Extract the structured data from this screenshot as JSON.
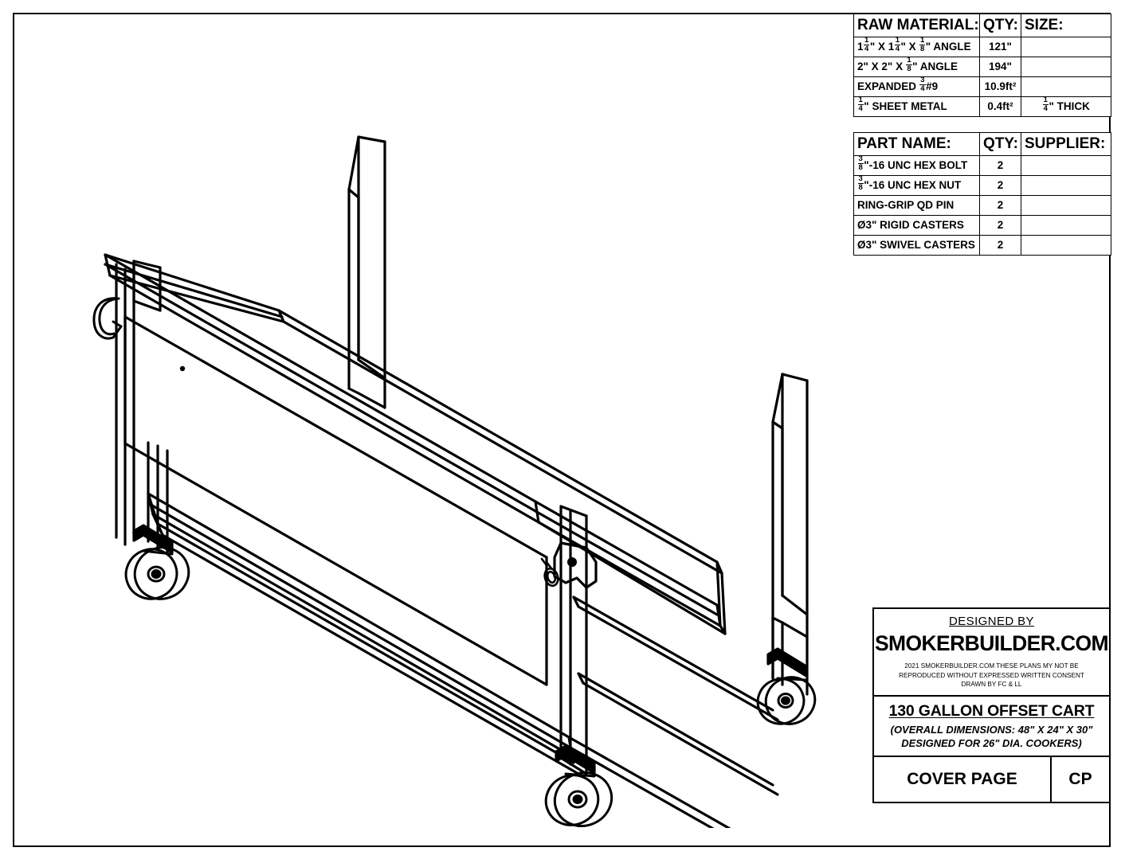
{
  "sheet": {
    "border_color": "#000000",
    "background": "#ffffff"
  },
  "raw_material_table": {
    "headers": [
      "RAW MATERIAL:",
      "QTY:",
      "SIZE:"
    ],
    "rows": [
      {
        "name": "1¼\" X 1¼\" X ⅛\" ANGLE",
        "qty": "121\"",
        "size": ""
      },
      {
        "name": "2\" X 2\" X ⅛\" ANGLE",
        "qty": "194\"",
        "size": ""
      },
      {
        "name": "EXPANDED ¾ #9",
        "qty": "10.9ft²",
        "size": ""
      },
      {
        "name": "¼\" SHEET METAL",
        "qty": "0.4ft²",
        "size": "¼\" THICK"
      }
    ]
  },
  "parts_table": {
    "headers": [
      "PART NAME:",
      "QTY:",
      "SUPPLIER:"
    ],
    "rows": [
      {
        "name": "⅜\"-16 UNC HEX BOLT",
        "qty": "2",
        "supplier": ""
      },
      {
        "name": "⅜\"-16 UNC HEX NUT",
        "qty": "2",
        "supplier": ""
      },
      {
        "name": "RING-GRIP QD PIN",
        "qty": "2",
        "supplier": ""
      },
      {
        "name": "Ø3\" RIGID CASTERS",
        "qty": "2",
        "supplier": ""
      },
      {
        "name": "Ø3\" SWIVEL CASTERS",
        "qty": "2",
        "supplier": ""
      }
    ]
  },
  "title_block": {
    "designed_by_label": "DESIGNED BY",
    "brand": "SMOKERBUILDER.COM",
    "legal_line_1": "2021 SMOKERBUILDER.COM THESE PLANS MY NOT BE",
    "legal_line_2": "REPRODUCED WITHOUT EXPRESSED WRITTEN CONSENT",
    "legal_line_3": "DRAWN BY FC & LL",
    "project_title": "130 GALLON OFFSET CART",
    "project_sub_1": "(OVERALL DIMENSIONS: 48\" X 24\" X 30\"",
    "project_sub_2": "DESIGNED FOR 26\" DIA. COOKERS)",
    "page_name": "COVER PAGE",
    "page_code": "CP"
  },
  "drawing": {
    "view": "isometric",
    "subject": "130 gallon offset smoker cart frame",
    "line_color": "#000000",
    "components": [
      "left-rear-vertical-post",
      "left-front-vertical-post",
      "center-tall-upright",
      "right-tall-upright",
      "right-rear-vertical-post",
      "top-rail-front",
      "top-rail-rear",
      "bottom-rail-front",
      "bottom-rail-rear",
      "heat-shield-panel",
      "expanded-metal-deck",
      "ring-grip-qd-pin",
      "bracket-plate",
      "rigid-caster",
      "swivel-caster"
    ]
  }
}
